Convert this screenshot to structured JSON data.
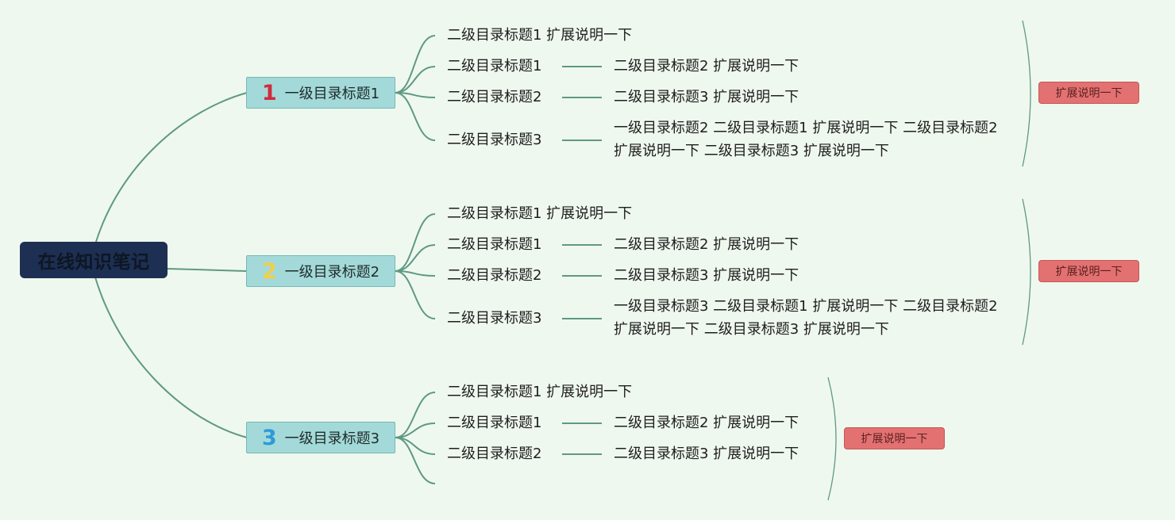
{
  "root": {
    "label": "在线知识笔记"
  },
  "colors": {
    "background": "#eff8ee",
    "connector": "#5e9985",
    "root_fill": "#1d2f52",
    "topic_fill": "#a3dad9",
    "note_fill": "#e37171"
  },
  "branches": [
    {
      "number": "1",
      "number_color": "#d12b3f",
      "label": "一级目录标题1",
      "children": [
        {
          "label": "二级目录标题1 扩展说明一下"
        },
        {
          "label": "二级目录标题1",
          "child": "二级目录标题2 扩展说明一下"
        },
        {
          "label": "二级目录标题2",
          "child": "二级目录标题3 扩展说明一下"
        },
        {
          "label": "二级目录标题3",
          "child": "一级目录标题2 二级目录标题1 扩展说明一下 二级目录标题2 扩展说明一下 二级目录标题3 扩展说明一下"
        }
      ],
      "note": "扩展说明一下"
    },
    {
      "number": "2",
      "number_color": "#f0cf4a",
      "label": "一级目录标题2",
      "children": [
        {
          "label": "二级目录标题1 扩展说明一下"
        },
        {
          "label": "二级目录标题1",
          "child": "二级目录标题2 扩展说明一下"
        },
        {
          "label": "二级目录标题2",
          "child": "二级目录标题3 扩展说明一下"
        },
        {
          "label": "二级目录标题3",
          "child": "一级目录标题3 二级目录标题1 扩展说明一下 二级目录标题2 扩展说明一下 二级目录标题3 扩展说明一下"
        }
      ],
      "note": "扩展说明一下"
    },
    {
      "number": "3",
      "number_color": "#2f9ad9",
      "label": "一级目录标题3",
      "children": [
        {
          "label": "二级目录标题1 扩展说明一下"
        },
        {
          "label": "二级目录标题1",
          "child": "二级目录标题2 扩展说明一下"
        },
        {
          "label": "二级目录标题2",
          "child": "二级目录标题3 扩展说明一下"
        }
      ],
      "note": "扩展说明一下"
    }
  ]
}
